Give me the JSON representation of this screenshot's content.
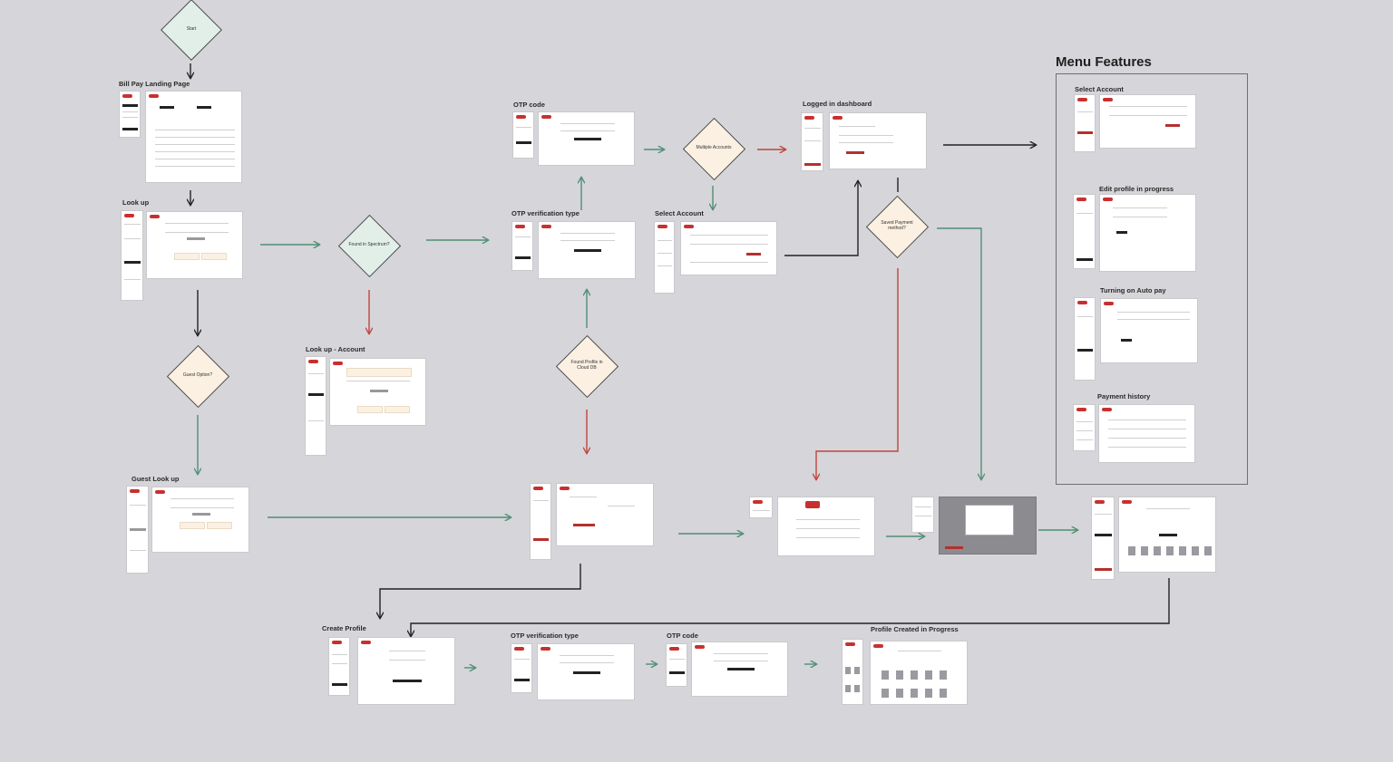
{
  "title": "Menu Features",
  "nodes": {
    "start": "Start",
    "found_spectrum": "Found in Spectrum?",
    "guest_option": "Guest Option?",
    "found_cloud": "Found Profile in Cloud DB",
    "multiple_accounts": "Multiple Accounts",
    "saved_payment": "Saved Payment method?"
  },
  "labels": {
    "landing": "Bill Pay Landing Page",
    "lookup": "Look up",
    "lookup_account": "Look up - Account",
    "guest_lookup": "Guest Look up",
    "otp_code_top": "OTP code",
    "otp_type_top": "OTP verification type",
    "select_account": "Select Account",
    "logged_dashboard": "Logged in dashboard",
    "create_profile": "Create Profile",
    "otp_type_bottom": "OTP verification type",
    "otp_code_bottom": "OTP code",
    "profile_created": "Profile Created in Progress"
  },
  "menu": [
    "Select Account",
    "Edit profile in progress",
    "Turning on Auto pay",
    "Payment history"
  ],
  "colors": {
    "background": "#d6d5d9",
    "green_arrow": "#4f8f73",
    "red_arrow": "#c0443e",
    "black_arrow": "#222222",
    "diamond_green": "#e2efe9",
    "diamond_cream": "#fbf0e2",
    "brand": "#c8302f"
  }
}
